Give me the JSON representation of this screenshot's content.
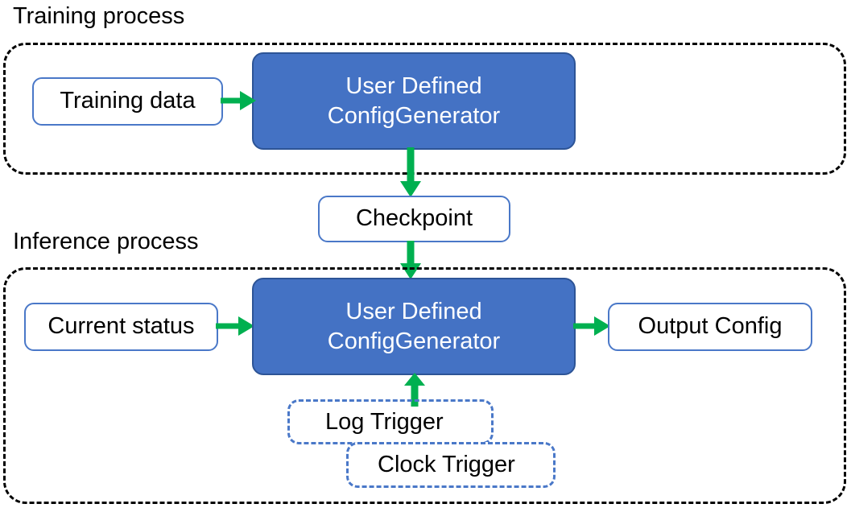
{
  "diagram": {
    "title_training": "Training process",
    "title_inference": "Inference process",
    "colors": {
      "blue_fill": "#4472C4",
      "blue_border": "#2D5496",
      "box_border": "#4A78C8",
      "arrow_green": "#00B050",
      "container_dash": "#000000",
      "text_dark": "#000000",
      "text_light": "#FFFFFF",
      "background": "#FFFFFF"
    }
  },
  "training": {
    "container_label": "Training process",
    "input_box": "Training data",
    "processor": {
      "line1": "User Defined",
      "line2": "ConfigGenerator"
    }
  },
  "checkpoint": {
    "label": "Checkpoint"
  },
  "inference": {
    "container_label": "Inference process",
    "input_box": "Current status",
    "processor": {
      "line1": "User Defined",
      "line2": "ConfigGenerator"
    },
    "output_box": "Output Config",
    "triggers": [
      {
        "label": "Log Trigger"
      },
      {
        "label": "Clock Trigger"
      }
    ]
  },
  "arrows": {
    "training_data_to_processor": "Training data -> User Defined ConfigGenerator",
    "processor_to_checkpoint": "User Defined ConfigGenerator -> Checkpoint",
    "checkpoint_to_processor": "Checkpoint -> User Defined ConfigGenerator",
    "current_status_to_processor": "Current status -> User Defined ConfigGenerator",
    "processor_to_output": "User Defined ConfigGenerator -> Output Config",
    "triggers_to_processor": "Triggers -> User Defined ConfigGenerator"
  }
}
